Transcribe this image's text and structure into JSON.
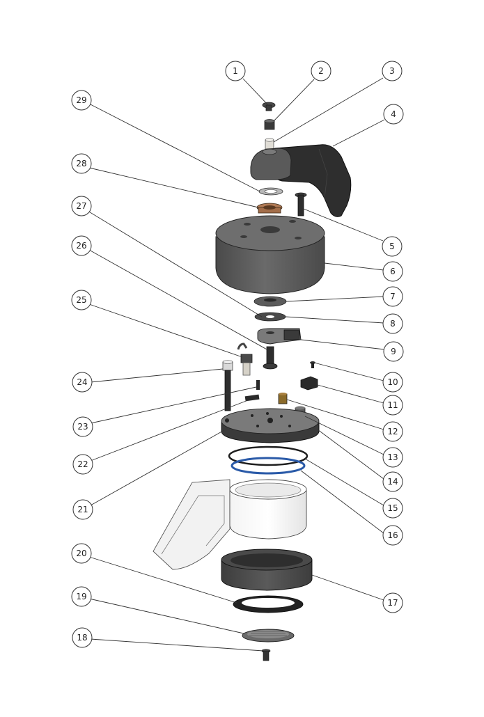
{
  "diagram": {
    "type": "exploded-parts-view",
    "callouts": [
      {
        "num": "1",
        "part": "screw-top"
      },
      {
        "num": "2",
        "part": "cap"
      },
      {
        "num": "3",
        "part": "bushing"
      },
      {
        "num": "4",
        "part": "handle"
      },
      {
        "num": "5",
        "part": "bolt"
      },
      {
        "num": "6",
        "part": "main-housing"
      },
      {
        "num": "7",
        "part": "washer"
      },
      {
        "num": "8",
        "part": "thin-washer"
      },
      {
        "num": "9",
        "part": "lever-arm"
      },
      {
        "num": "10",
        "part": "small-screw"
      },
      {
        "num": "11",
        "part": "bracket"
      },
      {
        "num": "12",
        "part": "nut"
      },
      {
        "num": "13",
        "part": "standoff"
      },
      {
        "num": "14",
        "part": "base-plate"
      },
      {
        "num": "15",
        "part": "black-o-ring"
      },
      {
        "num": "16",
        "part": "blue-o-ring"
      },
      {
        "num": "17",
        "part": "collar-ring"
      },
      {
        "num": "18",
        "part": "bottom-screw"
      },
      {
        "num": "19",
        "part": "filter-disc"
      },
      {
        "num": "20",
        "part": "gasket"
      },
      {
        "num": "21",
        "part": "plate-hole"
      },
      {
        "num": "22",
        "part": "set-screw"
      },
      {
        "num": "23",
        "part": "small-pin"
      },
      {
        "num": "24",
        "part": "long-bolt"
      },
      {
        "num": "25",
        "part": "fitting"
      },
      {
        "num": "26",
        "part": "spindle"
      },
      {
        "num": "27",
        "part": "shim"
      },
      {
        "num": "28",
        "part": "bronze-bushing"
      },
      {
        "num": "29",
        "part": "top-washer"
      }
    ],
    "colors": {
      "dark": "#3a3a3a",
      "mid": "#5c5c5c",
      "housing": "#5a5a5a",
      "light": "#bdbdbd",
      "blue": "#2a5aa8",
      "bronze": "#b07a55",
      "outline": "#222222"
    }
  }
}
